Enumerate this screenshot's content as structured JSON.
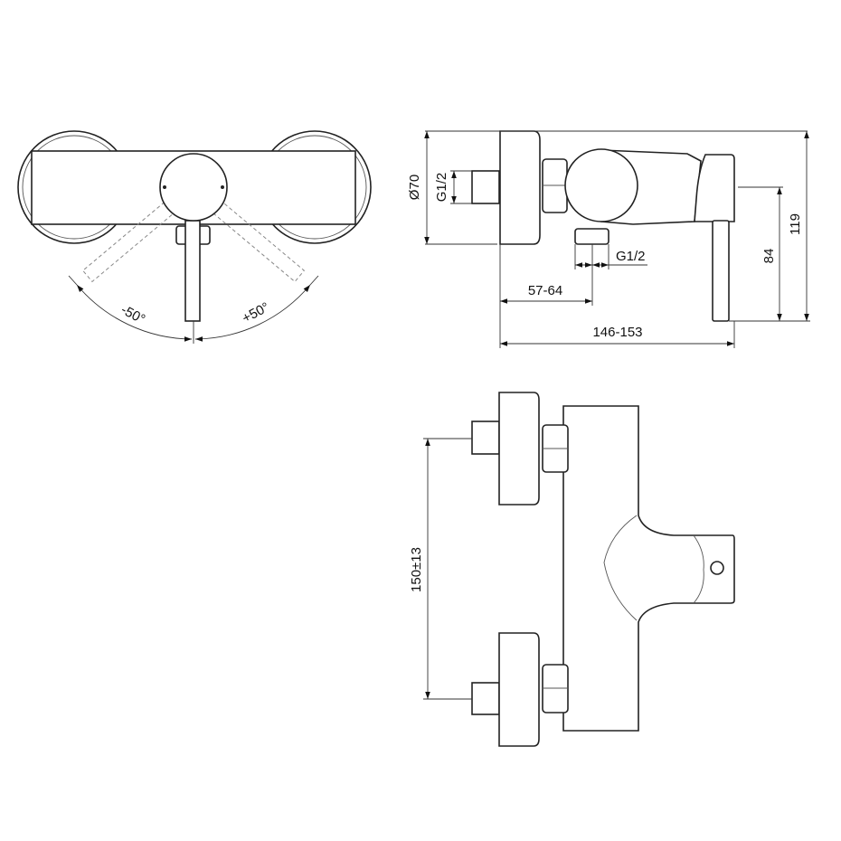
{
  "title": "Shower mixer dimension drawing",
  "top_view": {
    "angle_left": "-50°",
    "angle_right": "+50°"
  },
  "side_view": {
    "rosette_diameter": "Ø70",
    "inlet_thread": "G1/2",
    "outlet_thread": "G1/2",
    "outlet_offset": "57-64",
    "total_depth": "146-153",
    "lever_height": "84",
    "total_height": "119"
  },
  "front_view": {
    "inlet_spacing": "150±13"
  }
}
